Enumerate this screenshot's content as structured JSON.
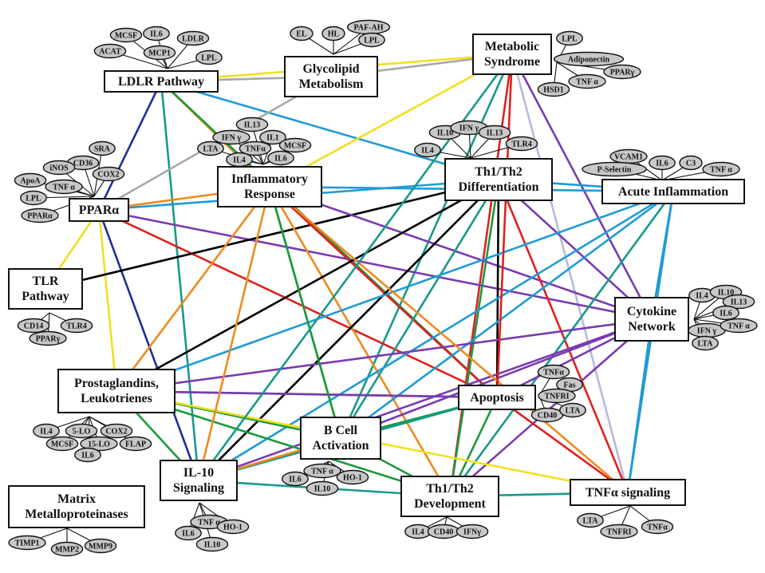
{
  "diagram": {
    "nodes": {
      "ldlr": "LDLR Pathway",
      "glyco": "Glycolipid\nMetabolism",
      "metsyn": "Metabolic\nSyndrome",
      "infl": "Inflammatory\nResponse",
      "th1th2diff": "Th1/Th2\nDifferentiation",
      "acute": "Acute Inflammation",
      "ppara": "PPARα",
      "tlr": "TLR\nPathway",
      "cytokine": "Cytokine\nNetwork",
      "prosta": "Prostaglandins,\nLeukotrienes",
      "apoptosis": "Apoptosis",
      "bcell": "B Cell\nActivation",
      "il10": "IL-10\nSignaling",
      "th1th2dev": "Th1/Th2\nDevelopment",
      "tnf": "TNFα signaling",
      "mmp": "Matrix\nMetalloproteinases"
    },
    "genes": {
      "ldlr": [
        "MCSF",
        "IL6",
        "LDLR",
        "ACAT",
        "MCP1",
        "LPL"
      ],
      "glyco": [
        "EL",
        "HL",
        "PAF-AH",
        "LPL"
      ],
      "metsyn": [
        "LPL",
        "Adiponectin",
        "PPARγ",
        "TNF α",
        "HSD1"
      ],
      "infl": [
        "IL13",
        "IFN γ",
        "IL1",
        "LTA",
        "TNFα",
        "MCSF",
        "IL4",
        "IL6"
      ],
      "th1th2diff": [
        "IL10",
        "IFN γ",
        "IL13",
        "IL4",
        "TLR4"
      ],
      "acute": [
        "VCAM1",
        "P-Selectin",
        "IL6",
        "C3",
        "TNF α"
      ],
      "ppara": [
        "SRA",
        "CD36",
        "iNOS",
        "COX2",
        "ApoA",
        "TNF α",
        "LPL",
        "PPARα"
      ],
      "tlr": [
        "CD14",
        "TLR4",
        "PPARγ"
      ],
      "cytokine": [
        "IL4",
        "IL10",
        "IL13",
        "IL6",
        "IFN γ",
        "TNF α",
        "LTA"
      ],
      "prosta": [
        "IL4",
        "5-LO",
        "COX2",
        "MCSF",
        "15-LO",
        "FLAP",
        "IL6"
      ],
      "apoptosis": [
        "TNFα",
        "Fas",
        "TNFRI",
        "CD40",
        "LTA"
      ],
      "bcell": [
        "IL6",
        "TNF α",
        "HO-1",
        "IL10"
      ],
      "il10": [
        "TNF α",
        "HO-1",
        "IL6",
        "IL10"
      ],
      "th1th2dev": [
        "IL4",
        "CD40",
        "IFNγ"
      ],
      "tnf": [
        "LTA",
        "TNFRI",
        "TNFα"
      ],
      "mmp": [
        "TIMP1",
        "MMP2",
        "MMP9"
      ]
    },
    "palette": {
      "orange": "#ef8a1e",
      "green": "#1a9a3c",
      "teal": "#169a8a",
      "blue": "#1f9bd6",
      "navy": "#1e2e9a",
      "red": "#e02020",
      "purple": "#7a3ab0",
      "yellow": "#f0e020",
      "gray": "#a8a8a8",
      "lavender": "#b8b8e0",
      "black": "#000000"
    },
    "edges": [
      [
        "ldlr",
        "glyco",
        "gray"
      ],
      [
        "ldlr",
        "ppara",
        "navy"
      ],
      [
        "ldlr",
        "th1th2diff",
        "blue"
      ],
      [
        "ldlr",
        "infl",
        "orange"
      ],
      [
        "ldlr",
        "il10",
        "teal"
      ],
      [
        "ldlr",
        "apoptosis",
        "green"
      ],
      [
        "glyco",
        "ppara",
        "gray"
      ],
      [
        "metsyn",
        "glyco",
        "gray"
      ],
      [
        "metsyn",
        "infl",
        "yellow"
      ],
      [
        "metsyn",
        "ldlr",
        "yellow"
      ],
      [
        "metsyn",
        "th1th2dev",
        "red"
      ],
      [
        "metsyn",
        "cytokine",
        "purple"
      ],
      [
        "metsyn",
        "tnf",
        "lavender"
      ],
      [
        "metsyn",
        "bcell",
        "teal"
      ],
      [
        "ppara",
        "tlr",
        "yellow"
      ],
      [
        "ppara",
        "prosta",
        "yellow"
      ],
      [
        "ppara",
        "th1th2diff",
        "blue"
      ],
      [
        "ppara",
        "infl",
        "orange"
      ],
      [
        "ppara",
        "cytokine",
        "purple"
      ],
      [
        "ppara",
        "il10",
        "navy"
      ],
      [
        "ppara",
        "apoptosis",
        "red"
      ],
      [
        "tlr",
        "th1th2diff",
        "black"
      ],
      [
        "infl",
        "acute",
        "blue"
      ],
      [
        "infl",
        "th1th2dev",
        "orange"
      ],
      [
        "infl",
        "apoptosis",
        "red"
      ],
      [
        "infl",
        "bcell",
        "green"
      ],
      [
        "infl",
        "prosta",
        "orange"
      ],
      [
        "infl",
        "cytokine",
        "purple"
      ],
      [
        "th1th2diff",
        "acute",
        "blue"
      ],
      [
        "th1th2diff",
        "prosta",
        "black"
      ],
      [
        "th1th2diff",
        "il10",
        "black"
      ],
      [
        "th1th2diff",
        "apoptosis",
        "black"
      ],
      [
        "th1th2diff",
        "tnf",
        "red"
      ],
      [
        "th1th2diff",
        "bcell",
        "teal"
      ],
      [
        "th1th2diff",
        "th1th2dev",
        "green"
      ],
      [
        "th1th2diff",
        "cytokine",
        "purple"
      ],
      [
        "acute",
        "prosta",
        "blue"
      ],
      [
        "acute",
        "bcell",
        "blue"
      ],
      [
        "acute",
        "th1th2dev",
        "teal"
      ],
      [
        "acute",
        "tnf",
        "blue"
      ],
      [
        "acute",
        "cytokine",
        "blue"
      ],
      [
        "acute",
        "il10",
        "blue"
      ],
      [
        "cytokine",
        "prosta",
        "purple"
      ],
      [
        "cytokine",
        "apoptosis",
        "purple"
      ],
      [
        "cytokine",
        "th1th2dev",
        "purple"
      ],
      [
        "cytokine",
        "il10",
        "purple"
      ],
      [
        "cytokine",
        "tnf",
        "blue"
      ],
      [
        "cytokine",
        "bcell",
        "purple"
      ],
      [
        "apoptosis",
        "prosta",
        "green"
      ],
      [
        "apoptosis",
        "bcell",
        "green"
      ],
      [
        "apoptosis",
        "th1th2dev",
        "green"
      ],
      [
        "apoptosis",
        "tnf",
        "red"
      ],
      [
        "apoptosis",
        "il10",
        "teal"
      ],
      [
        "prosta",
        "bcell",
        "green"
      ],
      [
        "prosta",
        "tnf",
        "yellow"
      ],
      [
        "prosta",
        "th1th2dev",
        "green"
      ],
      [
        "prosta",
        "il10",
        "green"
      ],
      [
        "prosta",
        "apoptosis",
        "purple"
      ],
      [
        "bcell",
        "il10",
        "orange"
      ],
      [
        "bcell",
        "th1th2dev",
        "green"
      ],
      [
        "il10",
        "th1th2dev",
        "teal"
      ],
      [
        "th1th2dev",
        "tnf",
        "teal"
      ],
      [
        "il10",
        "infl",
        "orange"
      ],
      [
        "tnf",
        "infl",
        "orange"
      ],
      [
        "bcell",
        "infl",
        "green"
      ],
      [
        "apoptosis",
        "metsyn",
        "red"
      ],
      [
        "il10",
        "metsyn",
        "teal"
      ]
    ]
  }
}
